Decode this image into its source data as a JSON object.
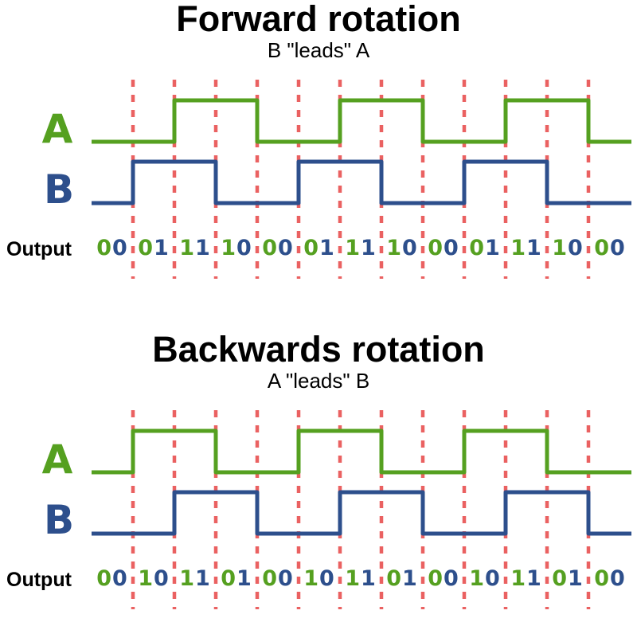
{
  "colors": {
    "a_signal": "#55a020",
    "b_signal": "#2d4f8c",
    "grid_dash": "#ea6161",
    "text": "#000000",
    "background": "#ffffff"
  },
  "panels": [
    {
      "title": "Forward rotation",
      "subtitle": "B \"leads\" A",
      "label_a": "A",
      "label_b": "B",
      "output_label": "Output",
      "outputs": [
        "00",
        "01",
        "11",
        "10",
        "00",
        "01",
        "11",
        "10",
        "00",
        "01",
        "11",
        "10",
        "00"
      ],
      "a_levels": [
        0,
        0,
        1,
        1,
        0,
        0,
        1,
        1,
        0,
        0,
        1,
        1,
        0
      ],
      "b_levels": [
        0,
        1,
        1,
        0,
        0,
        1,
        1,
        0,
        0,
        1,
        1,
        0,
        0
      ]
    },
    {
      "title": "Backwards rotation",
      "subtitle": "A \"leads\" B",
      "label_a": "A",
      "label_b": "B",
      "output_label": "Output",
      "outputs": [
        "00",
        "10",
        "11",
        "01",
        "00",
        "10",
        "11",
        "01",
        "00",
        "10",
        "11",
        "01",
        "00"
      ],
      "a_levels": [
        0,
        1,
        1,
        0,
        0,
        1,
        1,
        0,
        0,
        1,
        1,
        0,
        0
      ],
      "b_levels": [
        0,
        0,
        1,
        1,
        0,
        0,
        1,
        1,
        0,
        0,
        1,
        1,
        0
      ]
    }
  ]
}
